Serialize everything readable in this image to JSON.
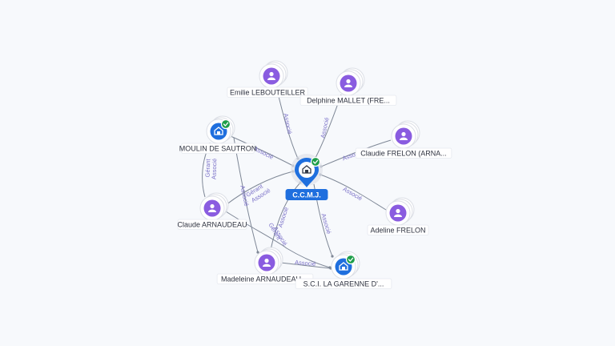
{
  "colors": {
    "person": "#8a5ce0",
    "company": "#1f6fde",
    "center": "#1f6fde",
    "check": "#1e9e4a",
    "edge": "#7e8796",
    "edge_label": "#7a70c8"
  },
  "nodes": [
    {
      "id": "ccmj",
      "type": "company-center",
      "label": "C.C.M.J.",
      "icon": "building-icon",
      "verified": true
    },
    {
      "id": "emilie",
      "type": "person",
      "label": "Emilie LEBOUTEILLER",
      "icon": "person-icon"
    },
    {
      "id": "delphine",
      "type": "person",
      "label": "Delphine MALLET (FRE...",
      "icon": "person-icon"
    },
    {
      "id": "claudie",
      "type": "person",
      "label": "Claudie FRELON (ARNA...",
      "icon": "person-icon"
    },
    {
      "id": "adeline",
      "type": "person",
      "label": "Adeline FRELON",
      "icon": "person-icon"
    },
    {
      "id": "moulin",
      "type": "company",
      "label": "MOULIN DE SAUTRON",
      "icon": "building-icon",
      "verified": true
    },
    {
      "id": "claude",
      "type": "person",
      "label": "Claude ARNAUDEAU",
      "icon": "person-icon"
    },
    {
      "id": "madeleine",
      "type": "person",
      "label": "Madeleine ARNAUDEAU ...",
      "icon": "person-icon"
    },
    {
      "id": "sci",
      "type": "company",
      "label": "S.C.I. LA GARENNE D'...",
      "icon": "building-icon",
      "verified": true
    }
  ],
  "edges": [
    {
      "from": "emilie",
      "to": "ccmj",
      "labels": [
        "Associé"
      ]
    },
    {
      "from": "delphine",
      "to": "ccmj",
      "labels": [
        "Associé"
      ]
    },
    {
      "from": "claudie",
      "to": "ccmj",
      "labels": [
        "Associé"
      ]
    },
    {
      "from": "adeline",
      "to": "ccmj",
      "labels": [
        "Associé"
      ]
    },
    {
      "from": "moulin",
      "to": "ccmj",
      "labels": [
        "Associé"
      ]
    },
    {
      "from": "claude",
      "to": "ccmj",
      "labels": [
        "Gérant",
        "Associé"
      ]
    },
    {
      "from": "madeleine",
      "to": "ccmj",
      "labels": [
        "Associé"
      ]
    },
    {
      "from": "ccmj",
      "to": "sci",
      "labels": [
        "Associé"
      ]
    },
    {
      "from": "claude",
      "to": "moulin",
      "labels": [
        "Gérant",
        "Associé"
      ]
    },
    {
      "from": "moulin",
      "to": "madeleine",
      "labels": [
        "Associé"
      ]
    },
    {
      "from": "claude",
      "to": "sci",
      "labels": [
        "Gérant",
        "Associé"
      ]
    },
    {
      "from": "madeleine",
      "to": "sci",
      "labels": [
        "Associé"
      ]
    }
  ]
}
